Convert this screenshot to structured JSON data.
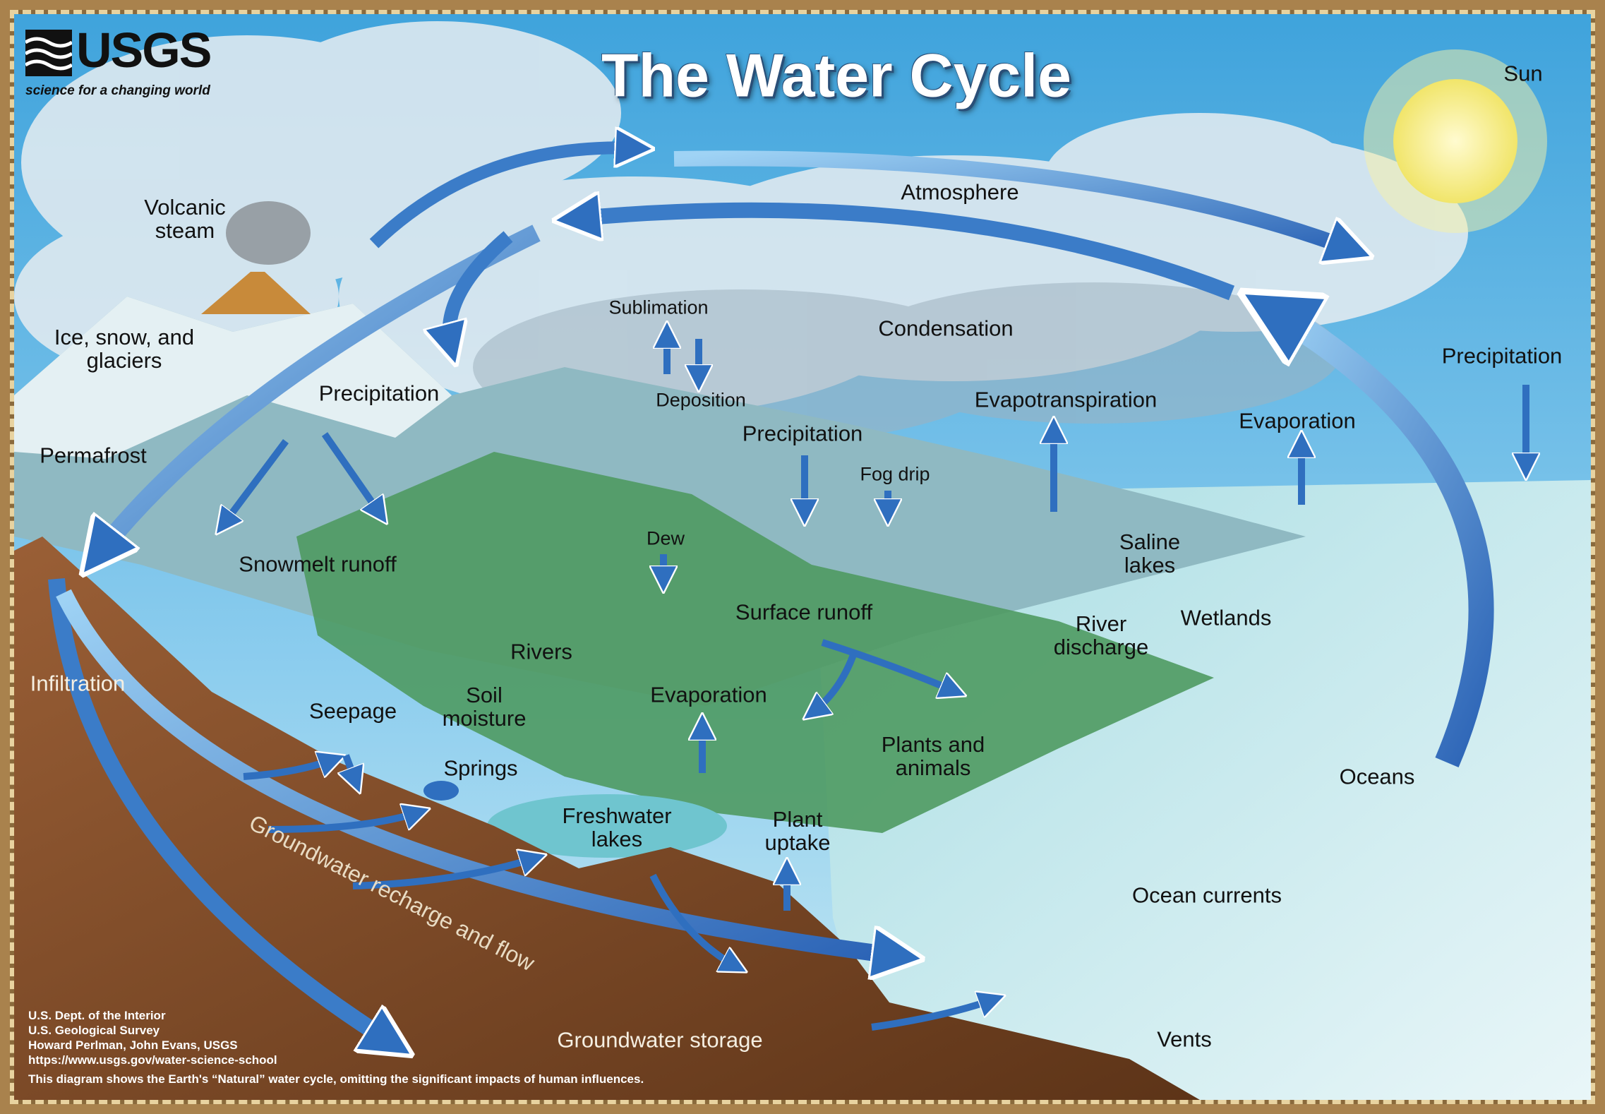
{
  "title": "The Water Cycle",
  "logo": {
    "wordmark": "USGS",
    "tagline": "science for a changing world"
  },
  "labels": {
    "sun": "Sun",
    "volcanic_steam": "Volcanic\nsteam",
    "atmosphere": "Atmosphere",
    "sublimation": "Sublimation",
    "deposition": "Deposition",
    "condensation": "Condensation",
    "precipitation_right": "Precipitation",
    "ice_snow_glaciers": "Ice, snow, and\nglaciers",
    "precipitation_left": "Precipitation",
    "evapotranspiration": "Evapotranspiration",
    "evaporation_sea": "Evaporation",
    "precipitation_center": "Precipitation",
    "permafrost": "Permafrost",
    "fog_drip": "Fog drip",
    "dew": "Dew",
    "saline_lakes": "Saline\nlakes",
    "snowmelt_runoff": "Snowmelt runoff",
    "surface_runoff": "Surface runoff",
    "river_discharge": "River\ndischarge",
    "wetlands": "Wetlands",
    "rivers": "Rivers",
    "infiltration": "Infiltration",
    "soil_moisture": "Soil\nmoisture",
    "evaporation_lake": "Evaporation",
    "seepage": "Seepage",
    "plants_and_animals": "Plants and\nanimals",
    "springs": "Springs",
    "oceans": "Oceans",
    "freshwater_lakes": "Freshwater\nlakes",
    "plant_uptake": "Plant\nuptake",
    "ocean_currents": "Ocean currents",
    "groundwater_recharge": "Groundwater  recharge and flow",
    "groundwater_storage": "Groundwater storage",
    "vents": "Vents"
  },
  "credits": [
    "U.S. Dept. of the Interior",
    "U.S. Geological Survey",
    "Howard Perlman, John Evans, USGS",
    "https://www.usgs.gov/water-science-school",
    "This diagram shows the Earth's “Natural” water cycle, omitting the significant impacts of human influences."
  ],
  "colors": {
    "sky": "#5fb7e6",
    "ocean": "#9fd7df",
    "land": "#7a4a2a",
    "vegetation": "#4f9a62",
    "arrow": "#2f6fbf",
    "frame": "#a9824d",
    "sun": "#f7ef8a"
  }
}
